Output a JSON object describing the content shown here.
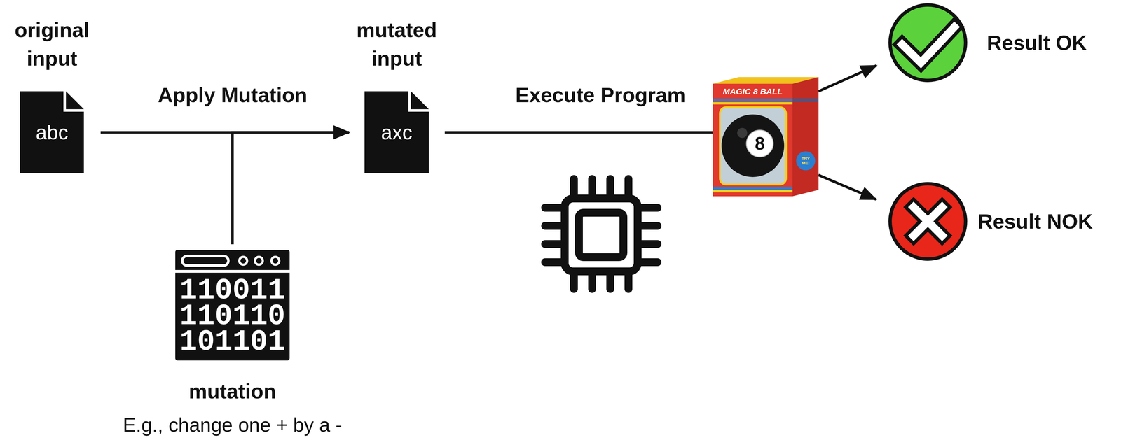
{
  "diagram": {
    "nodes": [
      {
        "text": [
          "original input",
          "abc"
        ]
      },
      {
        "text": [
          "mutated input",
          "axc"
        ]
      },
      {
        "text": [
          "110011 110110 101101",
          "mutation",
          "E.g., change one + by a -"
        ]
      },
      {
        "text": [
          "MAGIC 8 BALL",
          "8",
          "TRY ME!"
        ]
      },
      {
        "text": [
          "Result OK"
        ]
      },
      {
        "text": [
          "Result NOK"
        ]
      }
    ],
    "edges": [
      {
        "from": 0,
        "to": 1,
        "arrow": "to",
        "label": "Apply Mutation"
      },
      {
        "from": 2,
        "to": 1,
        "arrow": "to"
      },
      {
        "from": 1,
        "to": 3,
        "arrow": "none",
        "label": "Execute Program"
      },
      {
        "from": 3,
        "to": 4,
        "arrow": "to"
      },
      {
        "from": 3,
        "to": 5,
        "arrow": "to"
      }
    ]
  }
}
